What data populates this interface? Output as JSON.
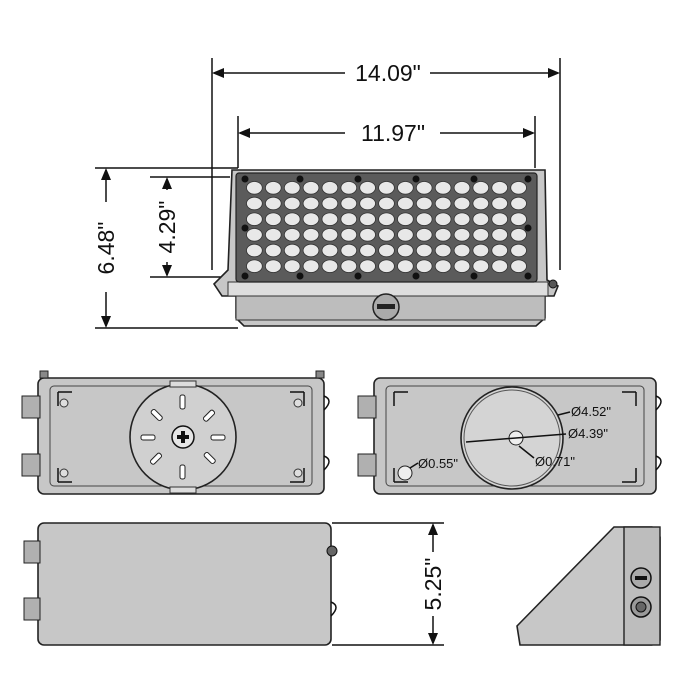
{
  "dimensions": {
    "overall_width": "14.09\"",
    "lens_width": "11.97\"",
    "overall_height": "6.48\"",
    "lens_height": "4.29\"",
    "depth": "5.25\""
  },
  "callouts": {
    "d452": "Ø4.52\"",
    "d439": "Ø4.39\"",
    "d071": "Ø0.71\"",
    "d055": "Ø0.55\""
  }
}
